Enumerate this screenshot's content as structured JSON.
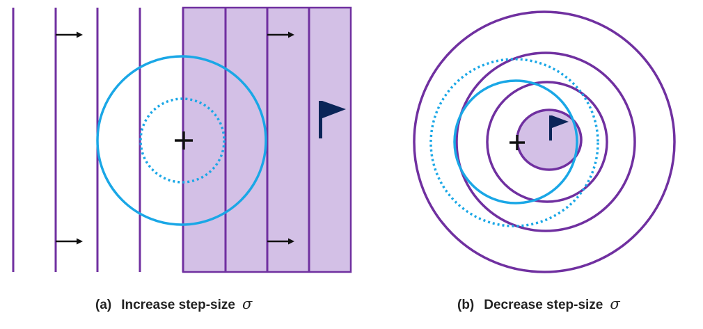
{
  "colors": {
    "purple": "#7030a0",
    "purple_fill": "#d3c0e6",
    "blue": "#1aa7e6",
    "flag": "#0b2558",
    "black": "#111111"
  },
  "panel_a": {
    "caption_label": "(a)",
    "caption_text": "Increase step-size",
    "caption_symbol": "σ",
    "icons": [
      "arrow-right-icon",
      "plus-icon",
      "flag-icon"
    ]
  },
  "panel_b": {
    "caption_label": "(b)",
    "caption_text": "Decrease step-size",
    "caption_symbol": "σ",
    "icons": [
      "plus-icon",
      "flag-icon"
    ]
  }
}
